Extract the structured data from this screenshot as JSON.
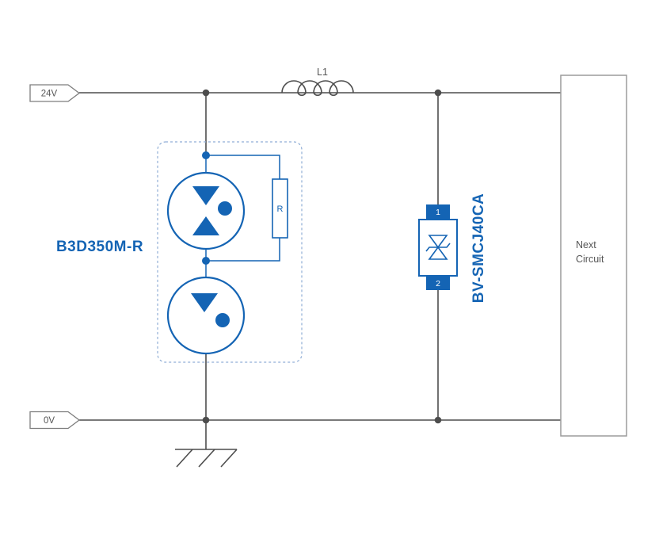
{
  "diagram": {
    "labels": {
      "terminal_top": "24V",
      "terminal_bottom": "0V",
      "inductor": "L1",
      "resistor": "R",
      "gdt_part": "B3D350M-R",
      "tvs_part": "BV-SMCJ40CA",
      "tvs_pin1": "1",
      "tvs_pin2": "2",
      "next_line1": "Next",
      "next_line2": "Circuit"
    },
    "colors": {
      "wire": "#4d4d4d",
      "component_blue": "#1464b4",
      "label_gray": "#555555",
      "dashed_border": "#90aed6",
      "box_border": "#9b9b9b"
    }
  }
}
